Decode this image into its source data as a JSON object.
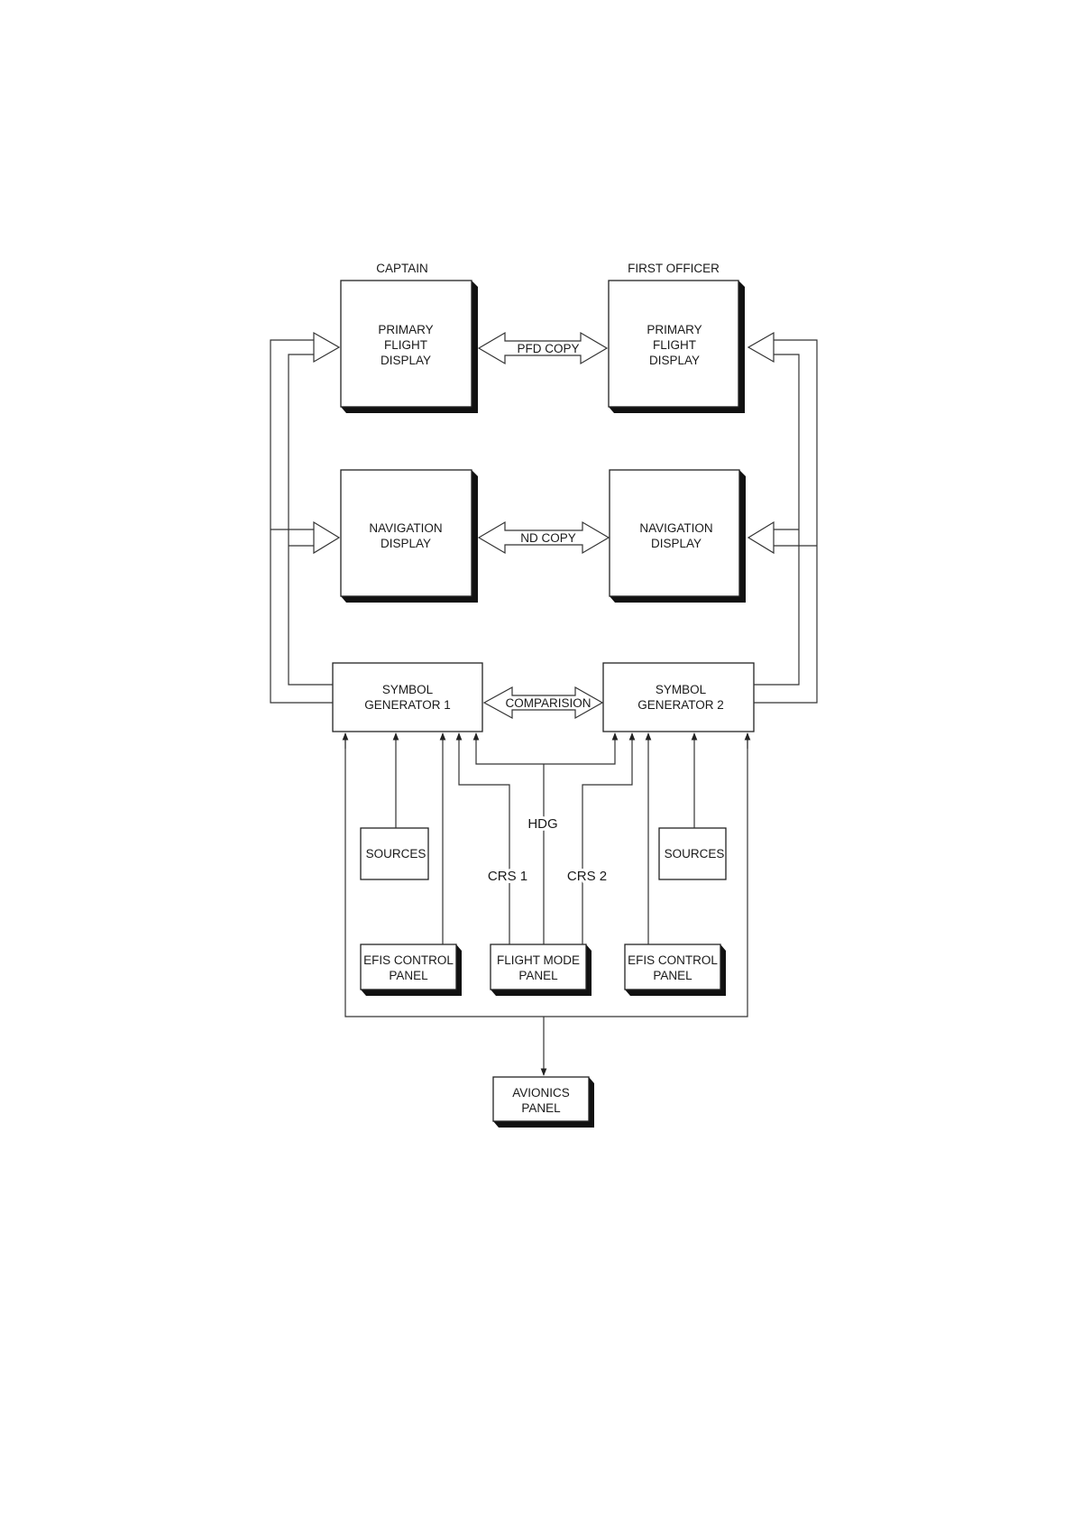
{
  "labels": {
    "captain": "CAPTAIN",
    "first_officer": "FIRST OFFICER",
    "pfd_copy": "PFD COPY",
    "nd_copy": "ND COPY",
    "comparision": "COMPARISION",
    "hdg": "HDG",
    "crs1": "CRS 1",
    "crs2": "CRS 2"
  },
  "boxes": {
    "pfd_left": [
      "PRIMARY",
      "FLIGHT",
      "DISPLAY"
    ],
    "pfd_right": [
      "PRIMARY",
      "FLIGHT",
      "DISPLAY"
    ],
    "nd_left": [
      "NAVIGATION",
      "DISPLAY"
    ],
    "nd_right": [
      "NAVIGATION",
      "DISPLAY"
    ],
    "symgen1": [
      "SYMBOL",
      "GENERATOR 1"
    ],
    "symgen2": [
      "SYMBOL",
      "GENERATOR 2"
    ],
    "sources_left": [
      "SOURCES"
    ],
    "sources_right": [
      "SOURCES"
    ],
    "efis_left": [
      "EFIS CONTROL",
      "PANEL"
    ],
    "fmp": [
      "FLIGHT MODE",
      "PANEL"
    ],
    "efis_right": [
      "EFIS CONTROL",
      "PANEL"
    ],
    "avionics": [
      "AVIONICS",
      "PANEL"
    ]
  }
}
